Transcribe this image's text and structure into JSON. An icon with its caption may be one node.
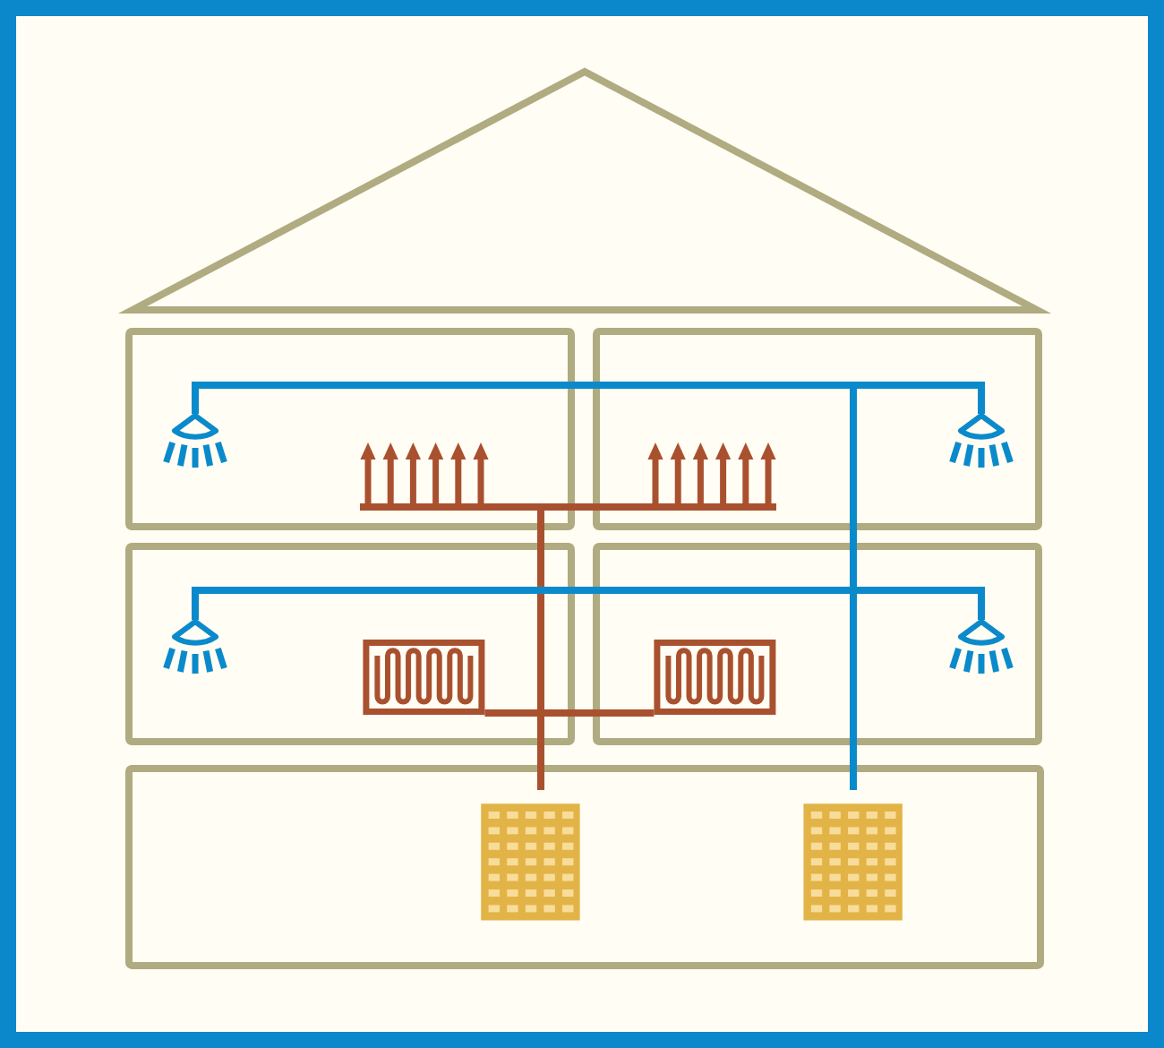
{
  "diagram": {
    "nodes": [
      {
        "text": [],
        "shape": "triangle"
      },
      {
        "text": [],
        "shape": "box"
      },
      {
        "text": [],
        "shape": "box"
      },
      {
        "text": [],
        "shape": "box"
      },
      {
        "text": [],
        "shape": "box"
      },
      {
        "text": [],
        "shape": "box"
      },
      {
        "text": [],
        "shape": "picture",
        "in": 1
      },
      {
        "text": [],
        "shape": "picture",
        "in": 1
      },
      {
        "text": [],
        "shape": "picture",
        "in": 2
      },
      {
        "text": [],
        "shape": "picture",
        "in": 2
      },
      {
        "text": [],
        "shape": "picture",
        "in": 3
      },
      {
        "text": [],
        "shape": "picture",
        "in": 3
      },
      {
        "text": [],
        "shape": "picture",
        "in": 4
      },
      {
        "text": [],
        "shape": "picture",
        "in": 4
      },
      {
        "text": [],
        "shape": "picture",
        "in": 5
      },
      {
        "text": [],
        "shape": "picture",
        "in": 5
      }
    ],
    "edges": [
      {
        "from": 14,
        "to": 7,
        "arrow": "none",
        "color": "#a9512f"
      },
      {
        "from": 14,
        "to": 8,
        "arrow": "none",
        "color": "#a9512f"
      },
      {
        "from": 14,
        "to": 11,
        "arrow": "none",
        "color": "#a9512f"
      },
      {
        "from": 14,
        "to": 12,
        "arrow": "none",
        "color": "#a9512f"
      },
      {
        "from": 15,
        "to": 6,
        "arrow": "none",
        "color": "#0b8acb"
      },
      {
        "from": 15,
        "to": 9,
        "arrow": "none",
        "color": "#0b8acb"
      },
      {
        "from": 15,
        "to": 10,
        "arrow": "none",
        "color": "#0b8acb"
      },
      {
        "from": 15,
        "to": 13,
        "arrow": "none",
        "color": "#0b8acb"
      }
    ]
  }
}
